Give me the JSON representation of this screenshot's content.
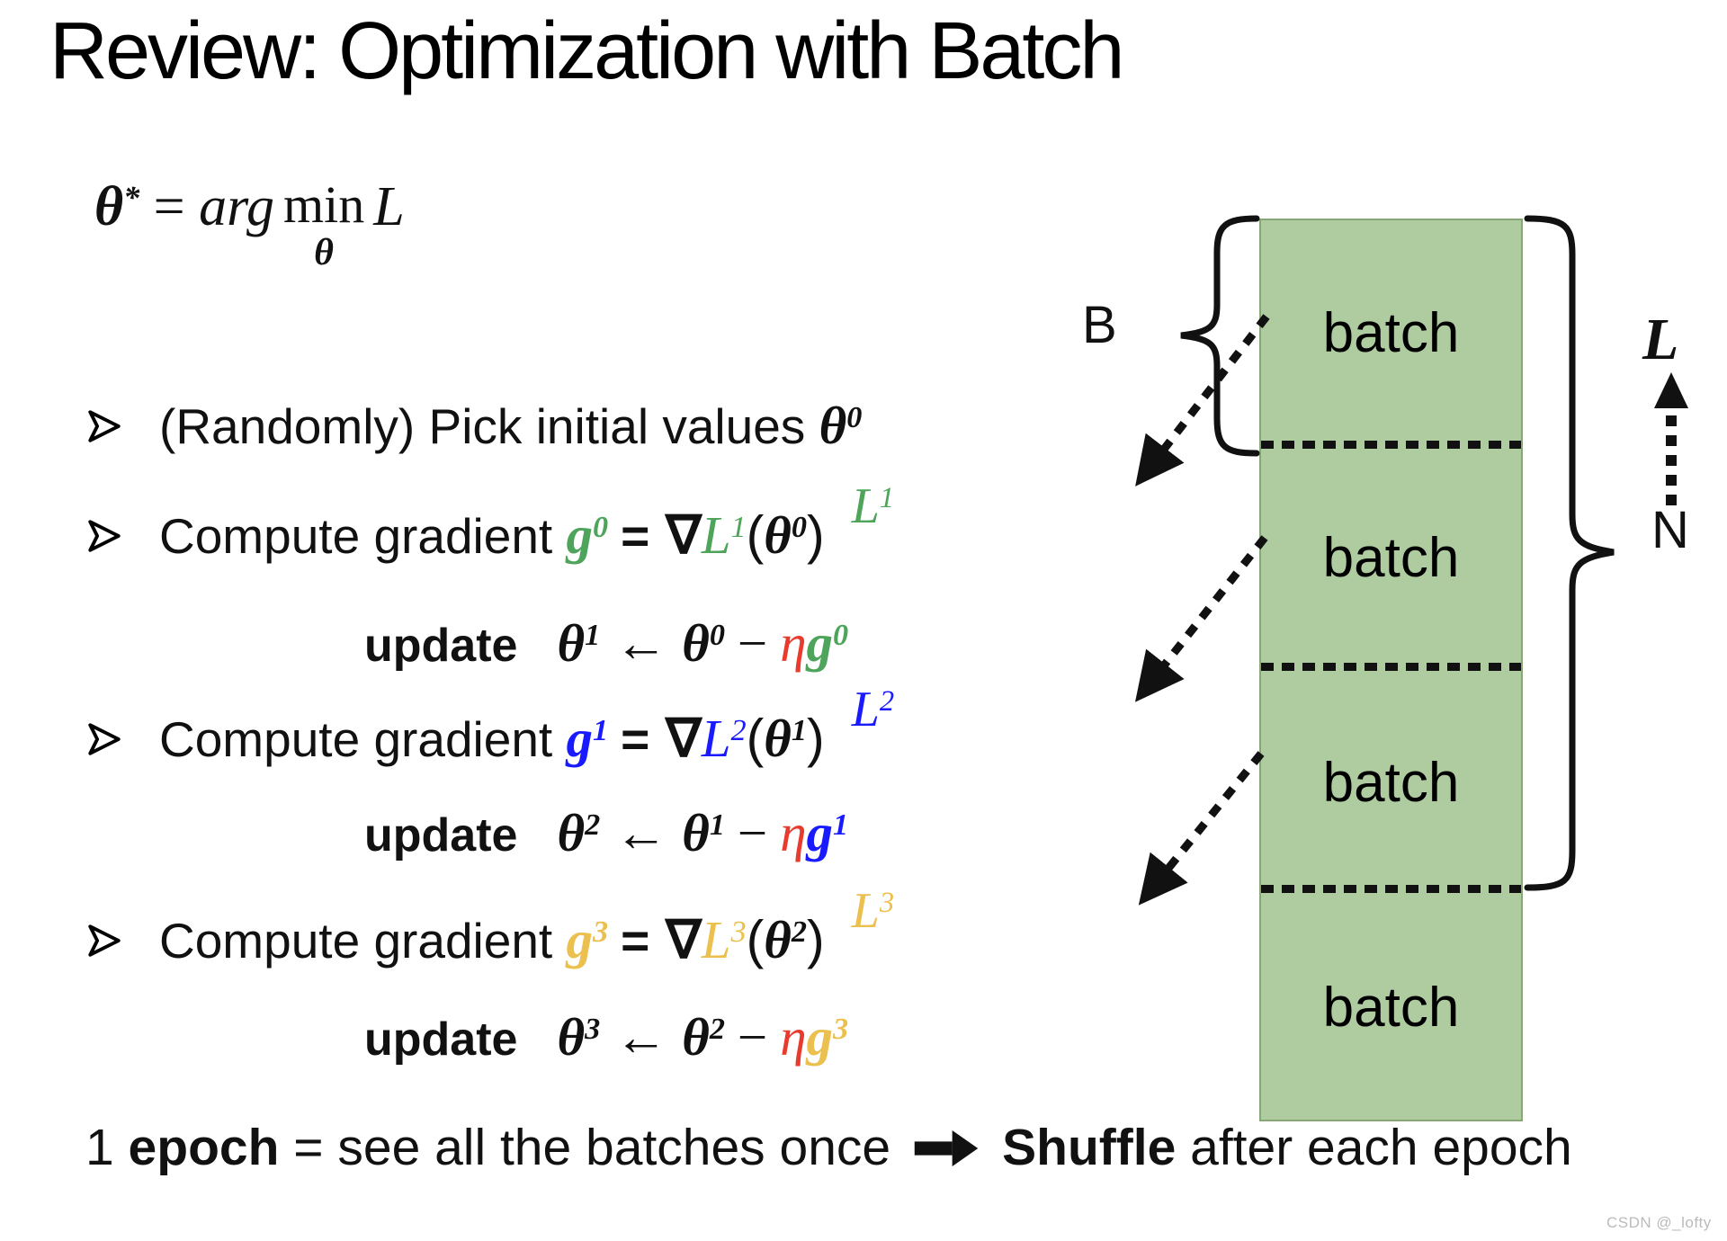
{
  "title": "Review: Optimization with Batch",
  "formula": {
    "theta": "θ",
    "star": "*",
    "equals": " = ",
    "arg": "arg",
    "min": "min",
    "min_sub": "θ",
    "loss": "L"
  },
  "bullets": {
    "b1": {
      "prefix": "(Randomly) Pick initial values ",
      "theta": "θ",
      "theta_sup": "0"
    },
    "b2": {
      "label": "Compute gradient ",
      "g": "g",
      "g_sup": "0",
      "equals": "=",
      "nabla": "∇",
      "L": "L",
      "L_sup": "1",
      "lparen": "(",
      "theta": "θ",
      "theta_sup": "0",
      "rparen": ")",
      "tag_L": "L",
      "tag_sup": "1"
    },
    "u1": {
      "word": "update",
      "t_new": "θ",
      "t_new_sup": "1",
      "arrow": "←",
      "t_old": "θ",
      "t_old_sup": "0",
      "minus": "−",
      "eta": "η",
      "g": "g",
      "g_sup": "0"
    },
    "b3": {
      "label": "Compute gradient ",
      "g": "g",
      "g_sup": "1",
      "equals": "=",
      "nabla": "∇",
      "L": "L",
      "L_sup": "2",
      "lparen": "(",
      "theta": "θ",
      "theta_sup": "1",
      "rparen": ")",
      "tag_L": "L",
      "tag_sup": "2"
    },
    "u2": {
      "word": "update",
      "t_new": "θ",
      "t_new_sup": "2",
      "arrow": "←",
      "t_old": "θ",
      "t_old_sup": "1",
      "minus": "−",
      "eta": "η",
      "g": "g",
      "g_sup": "1"
    },
    "b4": {
      "label": "Compute gradient ",
      "g": "g",
      "g_sup": "3",
      "equals": "=",
      "nabla": "∇",
      "L": "L",
      "L_sup": "3",
      "lparen": "(",
      "theta": "θ",
      "theta_sup": "2",
      "rparen": ")",
      "tag_L": "L",
      "tag_sup": "3"
    },
    "u3": {
      "word": "update",
      "t_new": "θ",
      "t_new_sup": "3",
      "arrow": "←",
      "t_old": "θ",
      "t_old_sup": "2",
      "minus": "−",
      "eta": "η",
      "g": "g",
      "g_sup": "3"
    }
  },
  "epoch_line": {
    "num": "1 ",
    "epoch": "epoch",
    "middle": " = see all the batches once",
    "shuffle": "Shuffle",
    "suffix": " after each epoch"
  },
  "diagram": {
    "B": "B",
    "batches": [
      "batch",
      "batch",
      "batch",
      "batch"
    ],
    "L": "L",
    "N": "N"
  },
  "watermark": "CSDN @_lofty",
  "colors": {
    "gradient_green": "#4EA45A",
    "gradient_blue": "#1A1AFF",
    "gradient_gold": "#ECC04F",
    "eta_red": "#E93B2D",
    "batch_box_fill": "#AFCBA0",
    "batch_box_border": "#87A876",
    "text": "#111111",
    "watermark_gray": "#BBBBBB"
  },
  "icons": {
    "bullet": "arrowhead-bullet-icon",
    "epoch_arrow": "right-arrow-icon",
    "batch_arrow": "dashed-diagonal-arrow-icon",
    "up_arrow": "dotted-up-arrow-icon",
    "brace_left": "curly-brace-left-icon",
    "brace_right": "curly-brace-right-icon"
  }
}
